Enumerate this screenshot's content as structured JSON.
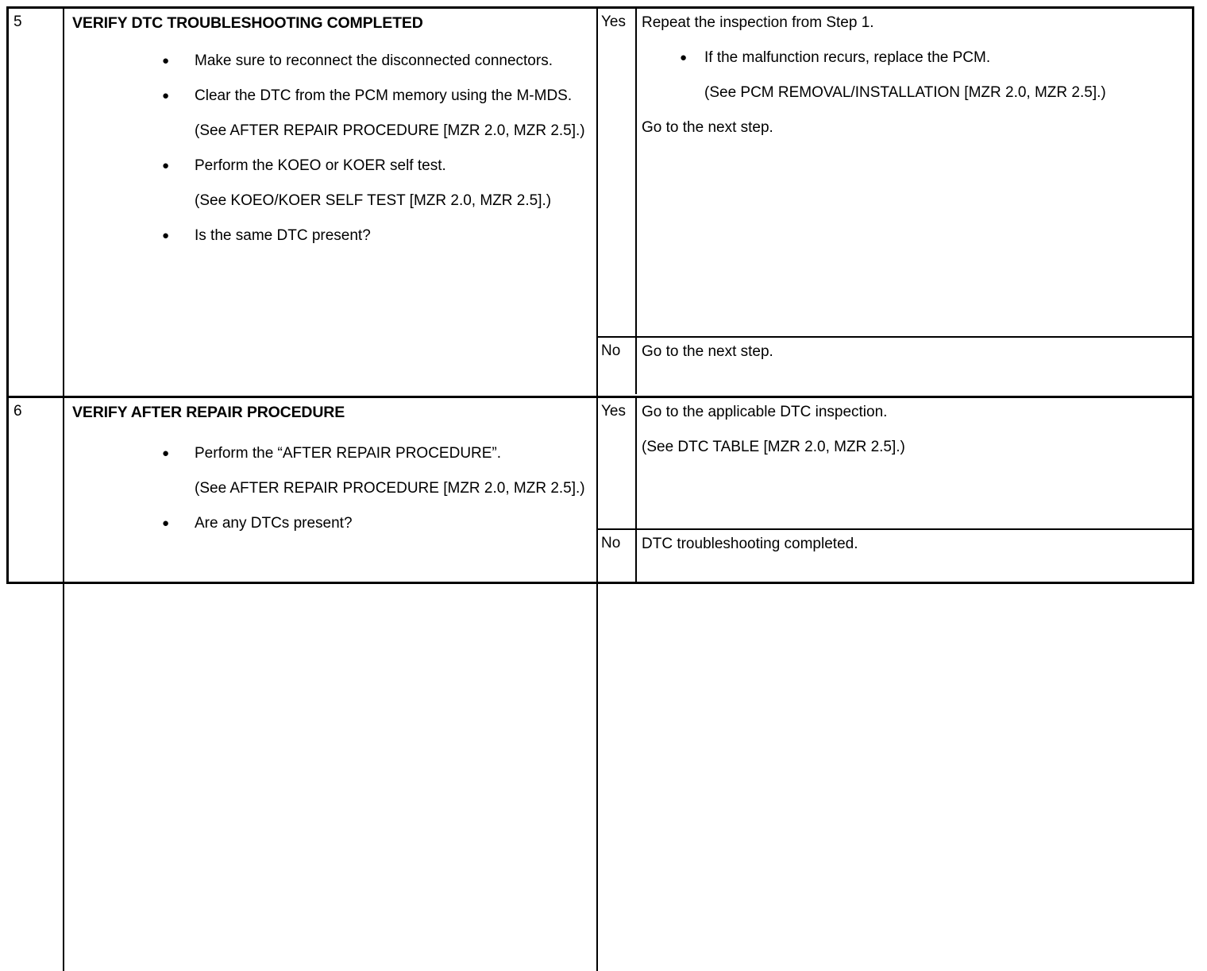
{
  "document": {
    "type": "troubleshooting-table",
    "bullet_glyph": "●"
  },
  "columns": {
    "step_number": "",
    "action_header": "",
    "result_header": ""
  },
  "steps": [
    {
      "number": "5",
      "heading": "VERIFY DTC TROUBLESHOOTING COMPLETED",
      "items": [
        {
          "kind": "bullet",
          "text": "Make sure to reconnect the disconnected connectors."
        },
        {
          "kind": "bullet",
          "text": "Clear the DTC from the PCM memory using the M-MDS."
        },
        {
          "kind": "note",
          "text": "(See AFTER REPAIR PROCEDURE [MZR 2.0, MZR 2.5].)"
        },
        {
          "kind": "bullet",
          "text": "Perform the KOEO or KOER self test."
        },
        {
          "kind": "note",
          "text": "(See KOEO/KOER SELF TEST [MZR 2.0, MZR 2.5].)"
        },
        {
          "kind": "bullet",
          "text": "Is the same DTC present?"
        }
      ],
      "results": [
        {
          "answer": "Yes",
          "lines": [
            {
              "kind": "para",
              "text": "Repeat the inspection from Step 1."
            },
            {
              "kind": "bullet",
              "text": "If the malfunction recurs, replace the PCM."
            },
            {
              "kind": "note",
              "text": "(See PCM REMOVAL/INSTALLATION [MZR 2.0, MZR 2.5].)"
            },
            {
              "kind": "para",
              "text": "Go to the next step."
            }
          ]
        },
        {
          "answer": "No",
          "lines": [
            {
              "kind": "para",
              "text": "Go to the next step."
            }
          ]
        }
      ]
    },
    {
      "number": "6",
      "heading": "VERIFY AFTER REPAIR PROCEDURE",
      "items": [
        {
          "kind": "bullet",
          "text": "Perform the “AFTER REPAIR PROCEDURE”."
        },
        {
          "kind": "note",
          "text": "(See AFTER REPAIR PROCEDURE [MZR 2.0, MZR 2.5].)"
        },
        {
          "kind": "bullet",
          "text": "Are any DTCs present?"
        }
      ],
      "results": [
        {
          "answer": "Yes",
          "lines": [
            {
              "kind": "para",
              "text": "Go to the applicable DTC inspection."
            },
            {
              "kind": "note",
              "text": "(See DTC TABLE [MZR 2.0, MZR 2.5].)"
            }
          ]
        },
        {
          "answer": "No",
          "lines": [
            {
              "kind": "para",
              "text": "DTC troubleshooting completed."
            }
          ]
        }
      ]
    }
  ]
}
